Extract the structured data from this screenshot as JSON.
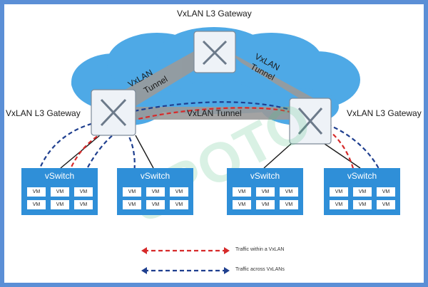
{
  "gateways": {
    "top": "VxLAN L3 Gateway",
    "left": "VxLAN L3 Gateway",
    "right": "VxLAN L3 Gateway"
  },
  "tunnels": {
    "left_line1": "VxLAN",
    "left_line2": "Tunnel",
    "right_line1": "VxLAN",
    "right_line2": "Tunnel",
    "middle": "VxLAN Tunnel"
  },
  "vswitches": [
    {
      "label": "vSwitch",
      "vms": [
        "VM",
        "VM",
        "VM",
        "VM",
        "VM",
        "VM"
      ]
    },
    {
      "label": "vSwitch",
      "vms": [
        "VM",
        "VM",
        "VM",
        "VM",
        "VM",
        "VM"
      ]
    },
    {
      "label": "vSwitch",
      "vms": [
        "VM",
        "VM",
        "VM",
        "VM",
        "VM",
        "VM"
      ]
    },
    {
      "label": "vSwitch",
      "vms": [
        "VM",
        "VM",
        "VM",
        "VM",
        "VM",
        "VM"
      ]
    }
  ],
  "legend": {
    "within": "Traffic within a VxLAN",
    "across": "Traffic across VxLANs"
  },
  "colors": {
    "within": "#d62a2a",
    "across": "#1f3f8f",
    "cloud": "#4ea9e6",
    "vswitch": "#2f8fd8",
    "border": "#5b8fd6"
  },
  "watermark": "SPOTO"
}
